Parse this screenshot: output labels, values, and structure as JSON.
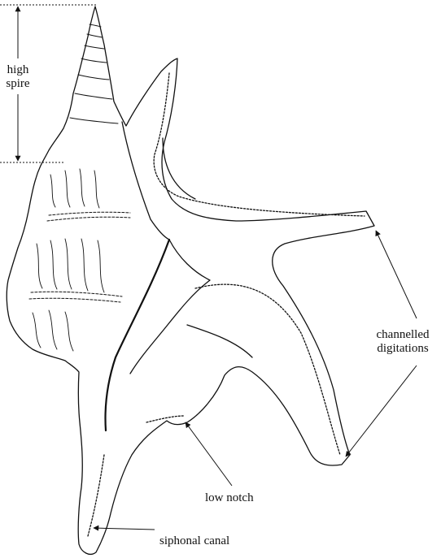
{
  "labels": {
    "high_spire_line1": "high",
    "high_spire_line2": "spire",
    "channelled_line1": "channelled",
    "channelled_line2": "digitations",
    "low_notch": "low notch",
    "siphonal_canal": "siphonal canal"
  },
  "colors": {
    "ink": "#111111",
    "background": "#ffffff"
  }
}
